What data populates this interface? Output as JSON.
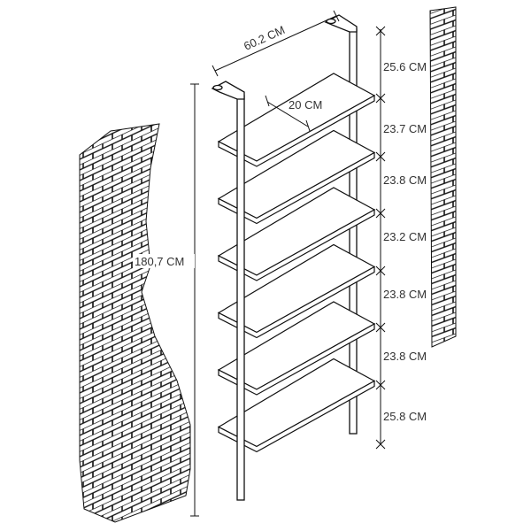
{
  "dimensions": {
    "width": "60.2 CM",
    "depth": "20 CM",
    "height": "180,7 CM",
    "gaps": [
      "25.6 CM",
      "23.7 CM",
      "23.8 CM",
      "23.2 CM",
      "23.8 CM",
      "23.8 CM",
      "25.8 CM"
    ]
  },
  "shelf_count": 6,
  "colors": {
    "line": "#111111",
    "shelf": "#ffffff",
    "text": "#333333"
  }
}
